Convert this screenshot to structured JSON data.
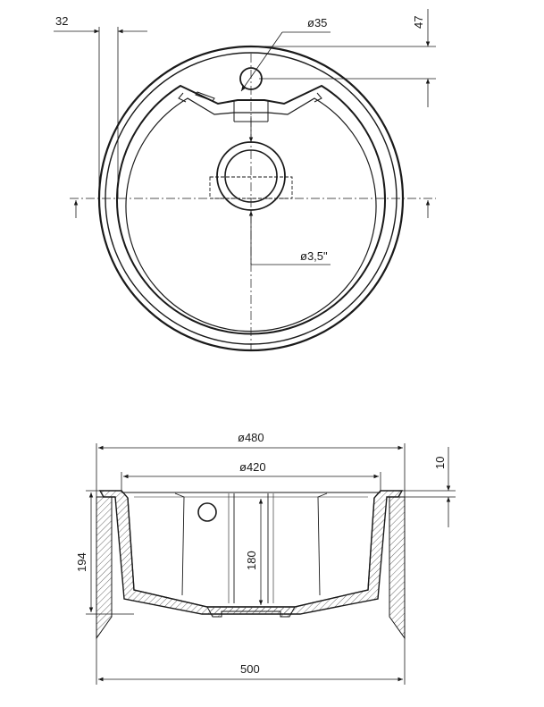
{
  "drawing": {
    "top_view": {
      "labels": {
        "flange_width": "32",
        "tap_hole_offset": "47",
        "tap_hole_diameter": "ø35",
        "drain_diameter": "ø3,5\""
      }
    },
    "section_view": {
      "labels": {
        "outer_diameter": "ø480",
        "inner_diameter": "ø420",
        "rim_height": "10",
        "total_height": "194",
        "bowl_depth": "180",
        "cabinet_width": "500"
      }
    }
  }
}
